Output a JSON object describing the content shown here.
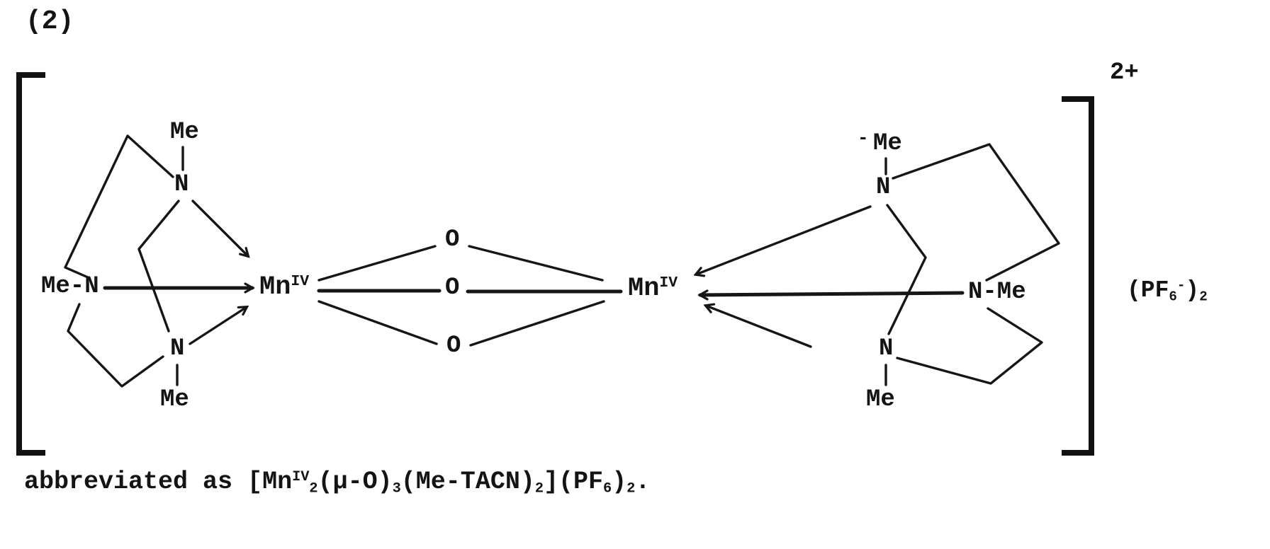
{
  "figure_label": "(2)",
  "charge_label": "2+",
  "metals": {
    "symbol": "Mn",
    "oxidation_state": "IV"
  },
  "bridging_oxygen": "O",
  "ligand_left": {
    "me_top": "Me",
    "n_top": "N",
    "n_left_me": "Me-N",
    "n_bottom": "N",
    "me_bottom": "Me"
  },
  "ligand_right": {
    "stray_mark": "-",
    "me_top": "Me",
    "n_top": "N",
    "n_right_me": "N-Me",
    "n_bottom": "N",
    "me_bottom": "Me"
  },
  "counterion": {
    "open": "(PF",
    "fluorine_count": "6",
    "charge": "-",
    "close": ")",
    "salt_count": "2"
  },
  "caption": {
    "prefix": "abbreviated as ",
    "seg_open": "[Mn",
    "mn_ox": "IV",
    "mn_count": "2",
    "mu_oxo": "(μ-O)",
    "mu_oxo_count": "3",
    "tacn": "(Me-TACN)",
    "tacn_count": "2",
    "seg_close": "](PF",
    "f_count": "6",
    "paren": ")",
    "salt_count": "2",
    "period": "."
  }
}
